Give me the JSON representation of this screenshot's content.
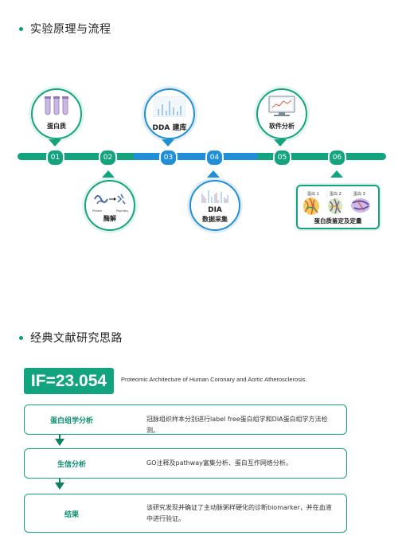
{
  "section1": {
    "title": "实验原理与流程"
  },
  "section2": {
    "title": "经典文献研究思路"
  },
  "timeline": {
    "nodes": [
      "01",
      "02",
      "03",
      "04",
      "05",
      "06"
    ],
    "steps": {
      "protein": "蛋白质",
      "digest": "酶解",
      "dda": "DDA 建库",
      "dia_line1": "DIA",
      "dia_line2": "数据采集",
      "software": "软件分析",
      "identify": "蛋白质鉴定及定量"
    },
    "digest_sub": [
      "Protein",
      "Peptides"
    ],
    "protein_labels": [
      "蛋白 1",
      "蛋白 2",
      "蛋白 3"
    ]
  },
  "literature": {
    "if_label": "IF=23.054",
    "paper_title": "Proteomic Architecture of Human Coronary and Aortic Atherosclerosis.",
    "rows": [
      {
        "key": "蛋白组学分析",
        "value": "冠脉组织样本分别进行label free蛋白组学和DIA蛋白组学方法检测。"
      },
      {
        "key": "生信分析",
        "value": "GO注释及pathway富集分析、蛋白互作网络分析。"
      },
      {
        "key": "结果",
        "value": "该研究发现并确证了主动脉粥样硬化的诊断biomarker，并在血液中进行验证。"
      }
    ]
  },
  "colors": {
    "green": "#12a37f",
    "blue": "#1f8fd8"
  }
}
